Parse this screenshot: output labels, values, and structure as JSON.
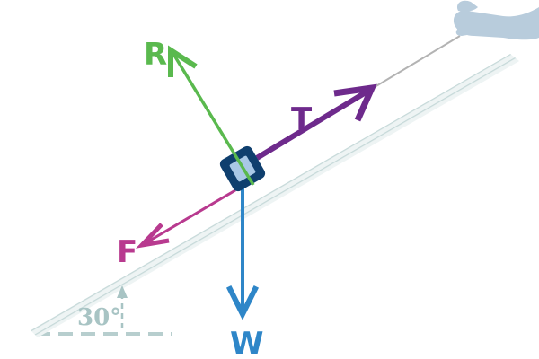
{
  "labels": {
    "tension": "T",
    "reaction": "R",
    "friction": "F",
    "weight": "W",
    "angle": "30°"
  },
  "colors": {
    "tension": "#6e2a8c",
    "reaction": "#5ab94e",
    "friction": "#b83a8f",
    "weight": "#2e86c8",
    "slope": "#c8dcdc",
    "slope_hatch": "#d7e6e6",
    "angle_marker": "#a8c4c4",
    "block_outer": "#0f3f6e",
    "block_inner": "#a9c8e6",
    "hand": "#b8ccdc",
    "rope": "#b3b3b3"
  },
  "icons": {
    "hand": "hand-pulling-rope-icon"
  }
}
